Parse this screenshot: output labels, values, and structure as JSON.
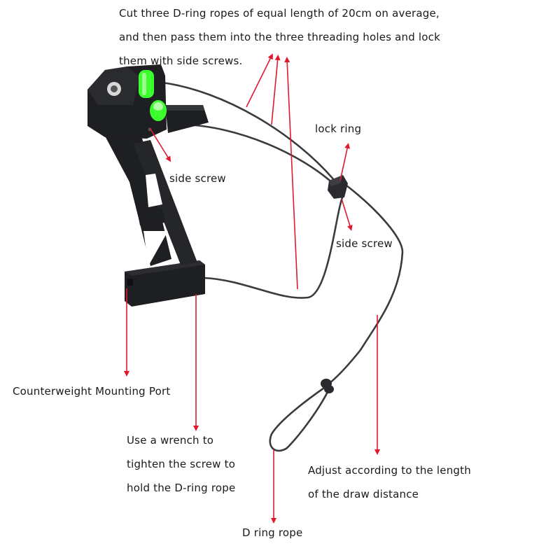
{
  "annotations": {
    "top_instruction": {
      "lines": [
        "Cut three D-ring ropes of equal length of 20cm on average,",
        "and then pass them into the three threading holes and lock",
        "them with side screws."
      ]
    },
    "side_screw_top": "side screw",
    "lock_ring": "lock ring",
    "side_screw_ring": "side screw",
    "counterweight_port": "Counterweight Mounting Port",
    "wrench_instruction": {
      "lines": [
        "Use a wrench to",
        "tighten the screw to",
        "hold the D-ring rope"
      ]
    },
    "adjust_instruction": {
      "lines": [
        "Adjust according to the length",
        "of the draw distance"
      ]
    },
    "d_ring_rope": "D ring rope"
  },
  "colors": {
    "arrow": "#e0182d",
    "body": "#1e1f22",
    "bubble": "#3cff2e",
    "rope": "#3a3b3e"
  }
}
